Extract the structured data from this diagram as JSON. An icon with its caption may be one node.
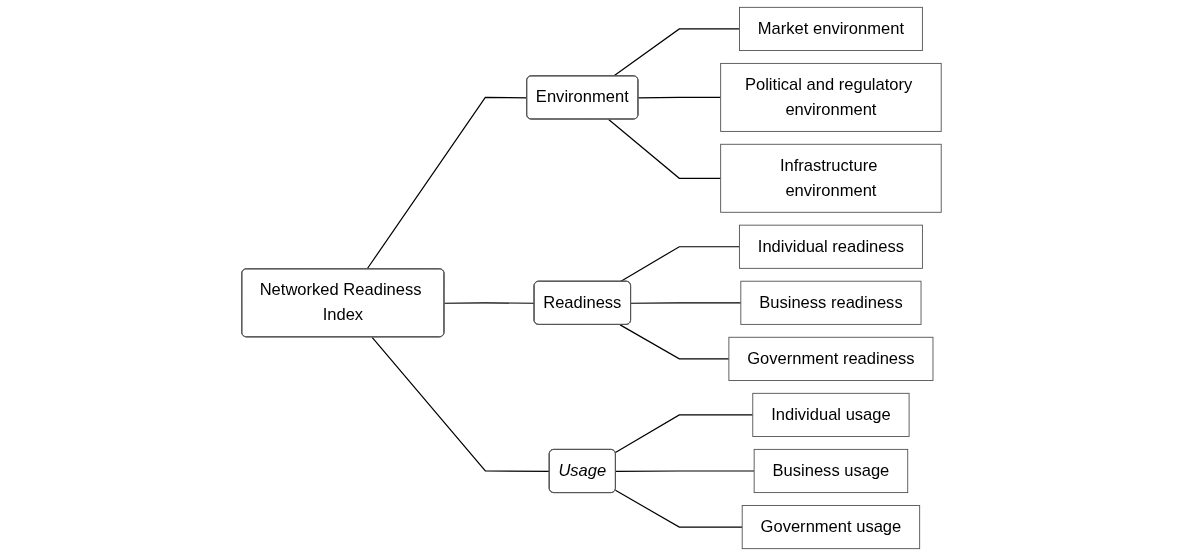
{
  "diagram": {
    "nodes": [
      {
        "text": [
          "Networked Readiness Index"
        ]
      },
      {
        "text": [
          "Environment"
        ]
      },
      {
        "text": [
          "Market environment"
        ]
      },
      {
        "text": [
          "Political and regulatory environment"
        ]
      },
      {
        "text": [
          "Infrastructure environment"
        ]
      },
      {
        "text": [
          "Readiness"
        ]
      },
      {
        "text": [
          "Individual readiness"
        ]
      },
      {
        "text": [
          "Business readiness"
        ]
      },
      {
        "text": [
          "Government readiness"
        ]
      },
      {
        "text": [
          "Usage"
        ]
      },
      {
        "text": [
          "Individual usage"
        ]
      },
      {
        "text": [
          "Business usage"
        ]
      },
      {
        "text": [
          "Government usage"
        ]
      }
    ],
    "edges": [
      {
        "from": 0,
        "to": 1,
        "arrow": "none"
      },
      {
        "from": 0,
        "to": 5,
        "arrow": "none"
      },
      {
        "from": 0,
        "to": 9,
        "arrow": "none"
      },
      {
        "from": 1,
        "to": 2,
        "arrow": "none"
      },
      {
        "from": 1,
        "to": 3,
        "arrow": "none"
      },
      {
        "from": 1,
        "to": 4,
        "arrow": "none"
      },
      {
        "from": 5,
        "to": 6,
        "arrow": "none"
      },
      {
        "from": 5,
        "to": 7,
        "arrow": "none"
      },
      {
        "from": 5,
        "to": 8,
        "arrow": "none"
      },
      {
        "from": 9,
        "to": 10,
        "arrow": "none"
      },
      {
        "from": 9,
        "to": 11,
        "arrow": "none"
      },
      {
        "from": 9,
        "to": 12,
        "arrow": "none"
      }
    ]
  }
}
